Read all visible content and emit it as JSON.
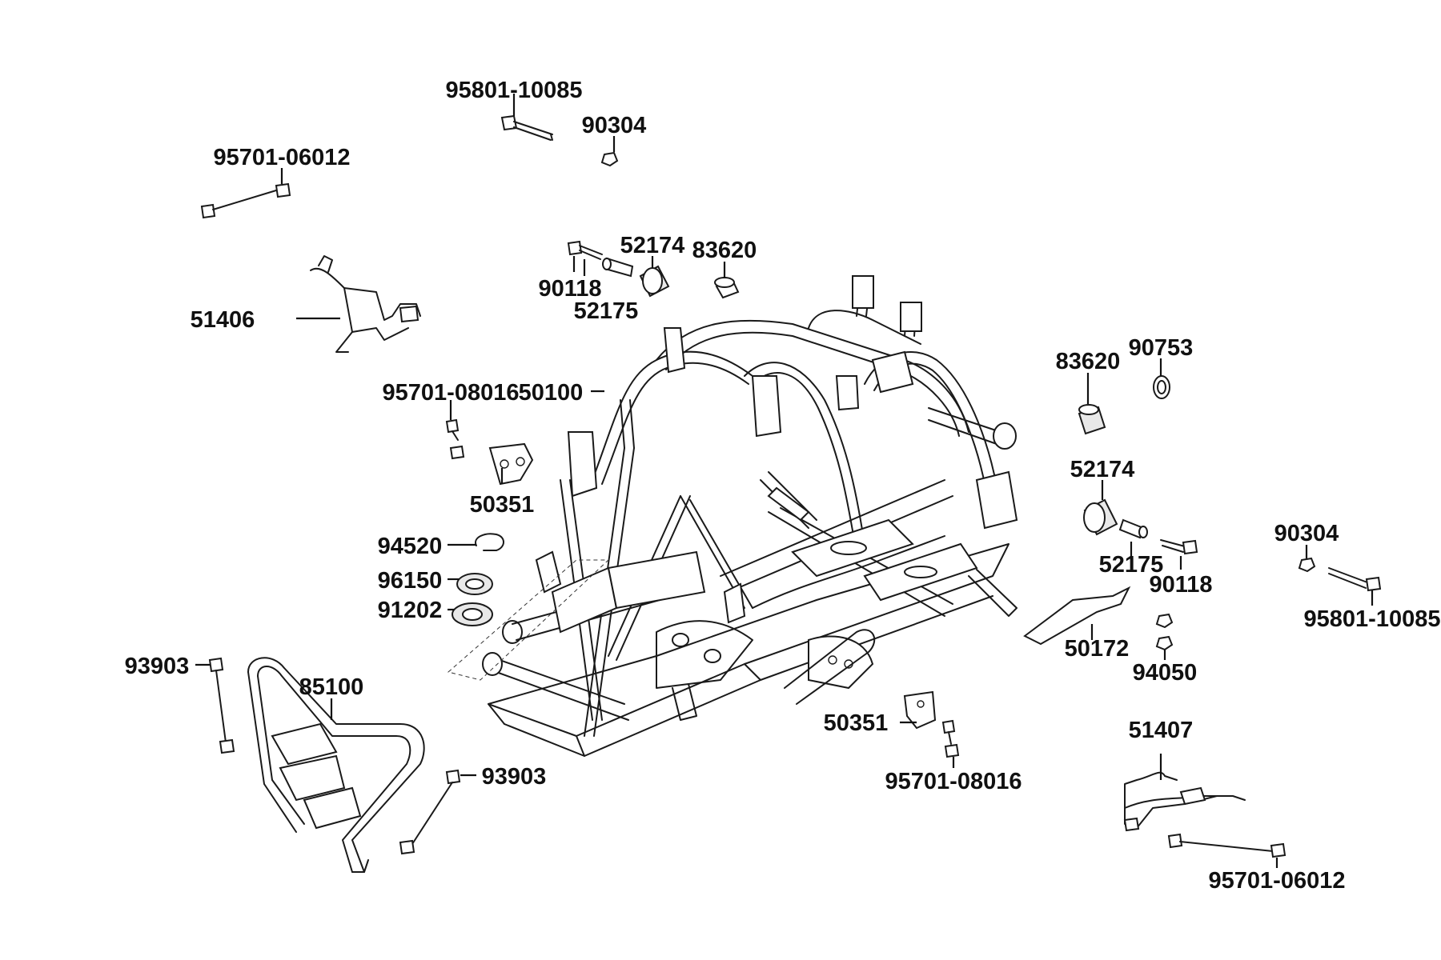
{
  "labels": {
    "l_95801_top": "95801-10085",
    "l_90304_top": "90304",
    "l_95701_06012_top": "95701-06012",
    "l_52174_top": "52174",
    "l_83620_top": "83620",
    "l_90118_top": "90118",
    "l_52175_top": "52175",
    "l_51406": "51406",
    "l_50100": "50100",
    "l_95701_08016_left": "95701-08016",
    "l_50351_left": "50351",
    "l_94520": "94520",
    "l_96150": "96150",
    "l_91202": "91202",
    "l_93903_left": "93903",
    "l_85100": "85100",
    "l_93903_bottom": "93903",
    "l_83620_right": "83620",
    "l_90753": "90753",
    "l_52174_right": "52174",
    "l_52175_right": "52175",
    "l_90118_right": "90118",
    "l_90304_right": "90304",
    "l_95801_right": "95801-10085",
    "l_50172": "50172",
    "l_94050": "94050",
    "l_50351_bottom": "50351",
    "l_95701_08016_bottom": "95701-08016",
    "l_51407": "51407",
    "l_95701_06012_bottom": "95701-06012"
  }
}
